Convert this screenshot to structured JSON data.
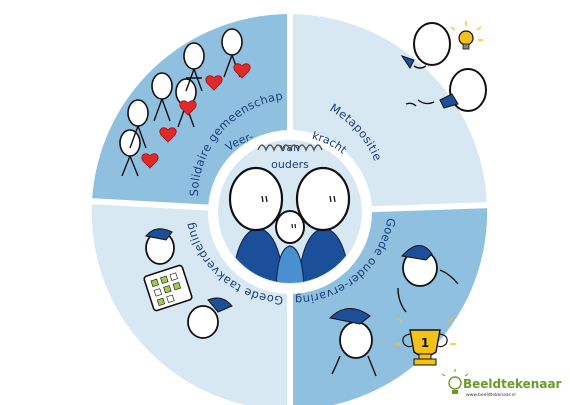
{
  "diagram": {
    "center": {
      "top_left": "Veer-",
      "top_right": "kracht",
      "van": "van",
      "ouders": "ouders"
    },
    "segments": [
      {
        "id": "solidaire",
        "label": "Solidaire gemeenschap",
        "color": "#8fc0e0"
      },
      {
        "id": "metapositie",
        "label": "Metapositie",
        "color": "#d8e8f3"
      },
      {
        "id": "ouderervaring",
        "label": "Goede ouder-ervaring",
        "color": "#8fc0e0"
      },
      {
        "id": "taakverdeling",
        "label": "Goede taakverdeling",
        "color": "#d8e8f3"
      }
    ]
  },
  "brand": {
    "name": "Beeldtekenaar",
    "url": "www.beeldtekenaar.nl"
  },
  "colors": {
    "dark_blue": "#1b4f9a",
    "ring_dark": "#8fc0e0",
    "ring_light": "#d8e8f3",
    "heart": "#e02a2a",
    "trophy": "#f2c21b",
    "brand_green": "#6a9a2a"
  }
}
